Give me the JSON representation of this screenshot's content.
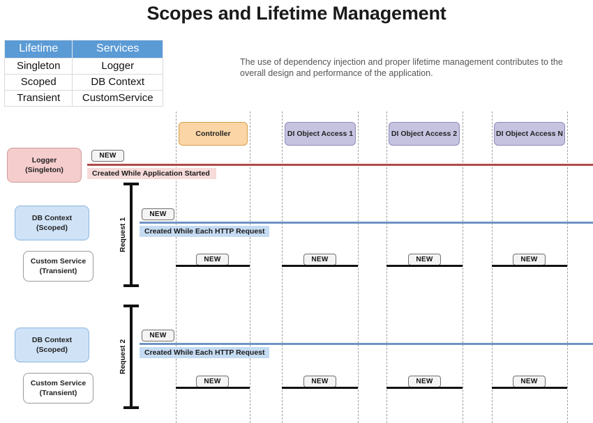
{
  "page": {
    "title": "Scopes and Lifetime Management",
    "intro": "The use of dependency injection and proper lifetime management contributes to the overall design and performance of the application."
  },
  "colors": {
    "table_header_blue": "#5b9bd5",
    "singleton_pink": "#f6cdcd",
    "scoped_blue": "#cfe2f6",
    "transient_white": "#ffffff",
    "controller_orange": "#fbd5a5",
    "di_purple": "#c5c3e0",
    "singleton_line_red": "#b04a4a",
    "scoped_line_blue": "#6e93c4",
    "transient_line_black": "#111111"
  },
  "legend_table": {
    "headers": [
      "Lifetime",
      "Services"
    ],
    "rows": [
      [
        "Singleton",
        "Logger"
      ],
      [
        "Scoped",
        "DB Context"
      ],
      [
        "Transient",
        "CustomService"
      ]
    ]
  },
  "columns": [
    {
      "label": "Controller",
      "kind": "controller"
    },
    {
      "label": "DI Object Access 1",
      "kind": "di"
    },
    {
      "label": "DI Object Access 2",
      "kind": "di"
    },
    {
      "label": "DI Object Access N",
      "kind": "di"
    }
  ],
  "roles": {
    "singleton": {
      "name": "Logger",
      "lifetime": "(Singleton)"
    },
    "scoped": {
      "name": "DB Context",
      "lifetime": "(Scoped)"
    },
    "transient": {
      "name": "Custom Service",
      "lifetime": "(Transient)"
    }
  },
  "badges": {
    "new": "NEW"
  },
  "banners": {
    "singleton": "Created While Application Started",
    "scoped": "Created While Each HTTP Request"
  },
  "requests": [
    {
      "label": "Request 1"
    },
    {
      "label": "Request 2"
    }
  ]
}
